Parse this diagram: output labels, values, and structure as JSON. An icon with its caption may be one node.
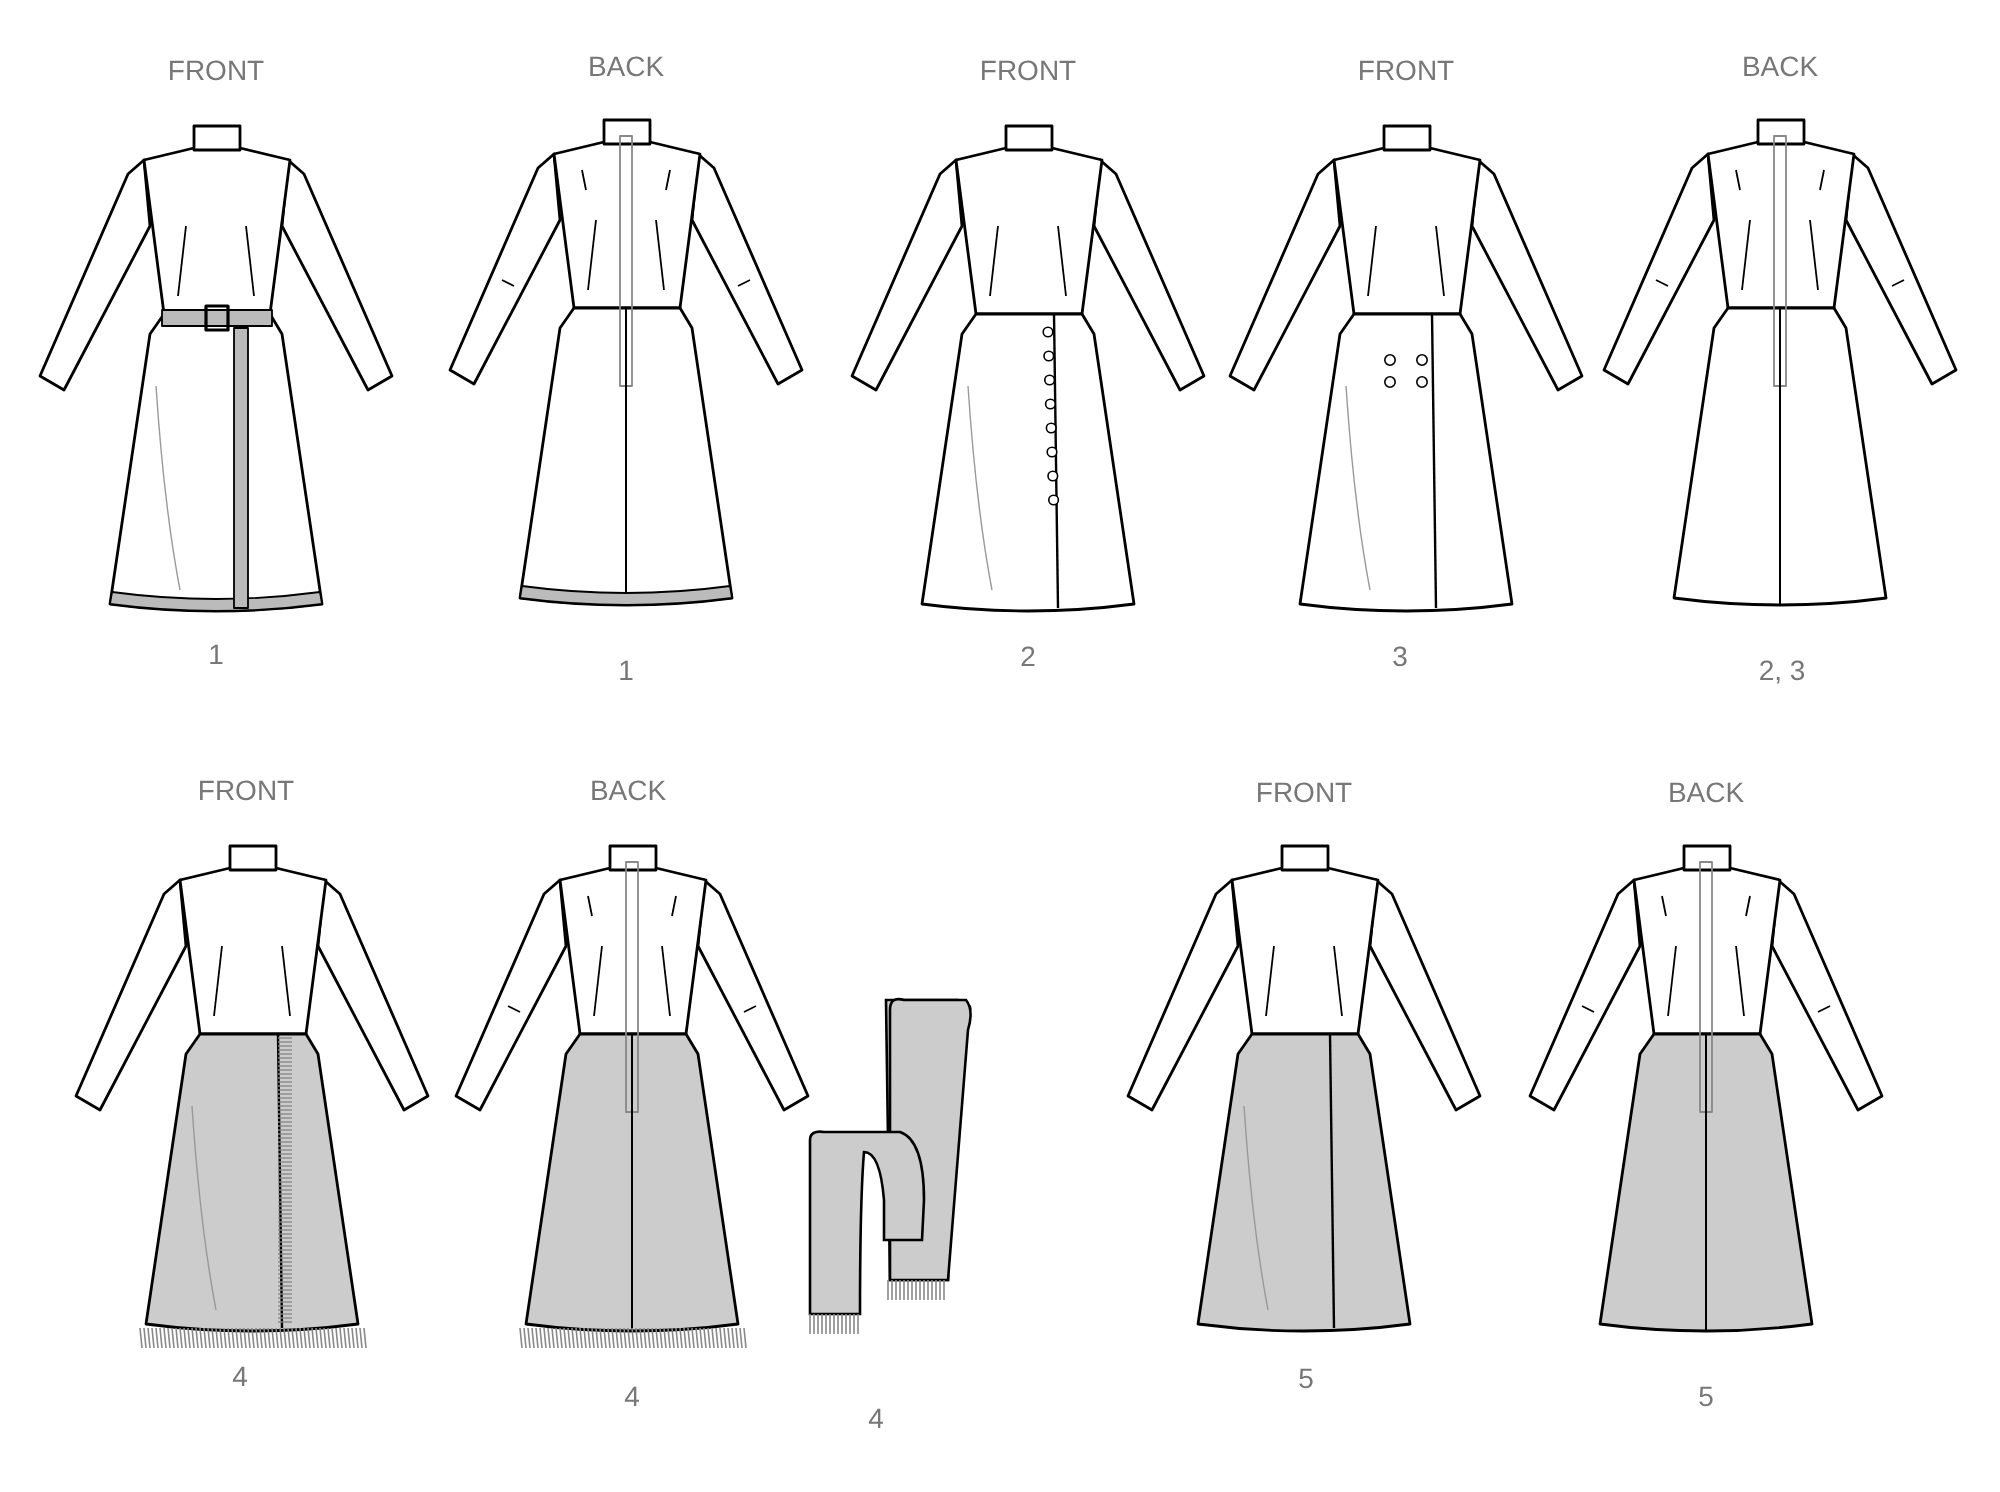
{
  "diagram": {
    "labels": [
      "FRONT",
      "BACK",
      "FRONT",
      "FRONT",
      "BACK",
      "1",
      "1",
      "2",
      "3",
      "2, 3",
      "FRONT",
      "BACK",
      "FRONT",
      "BACK",
      "4",
      "4",
      "4",
      "5",
      "5"
    ]
  }
}
